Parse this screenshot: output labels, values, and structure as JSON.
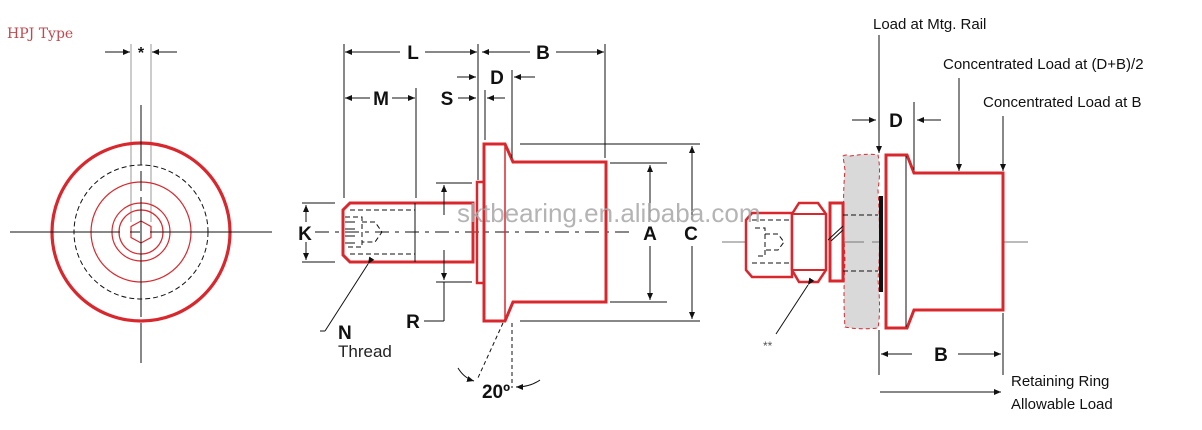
{
  "title": "HPJ Type",
  "watermark": "sktbearing.en.alibaba.com",
  "colors": {
    "part_outline": "#d8282e",
    "title_text": "#c0484e",
    "mounting_rail": "#d9d9d9",
    "dimension_lines": "#111111"
  },
  "end_view": {
    "dimension_label": "*"
  },
  "side_view": {
    "dimensions": {
      "L": "L",
      "B": "B",
      "D": "D",
      "M": "M",
      "S": "S",
      "K": "K",
      "A": "A",
      "C": "C",
      "R": "R",
      "N": "N"
    },
    "thread_label": "Thread",
    "angle_label": "20º"
  },
  "mount_view": {
    "load_at_rail": "Load at Mtg. Rail",
    "load_mid": "Concentrated Load at (D+B)/2",
    "load_at_b": "Concentrated Load at B",
    "dim_d": "D",
    "dim_b": "B",
    "nut_note": "**",
    "retaining_ring_line1": "Retaining Ring",
    "retaining_ring_line2": "Allowable Load"
  }
}
